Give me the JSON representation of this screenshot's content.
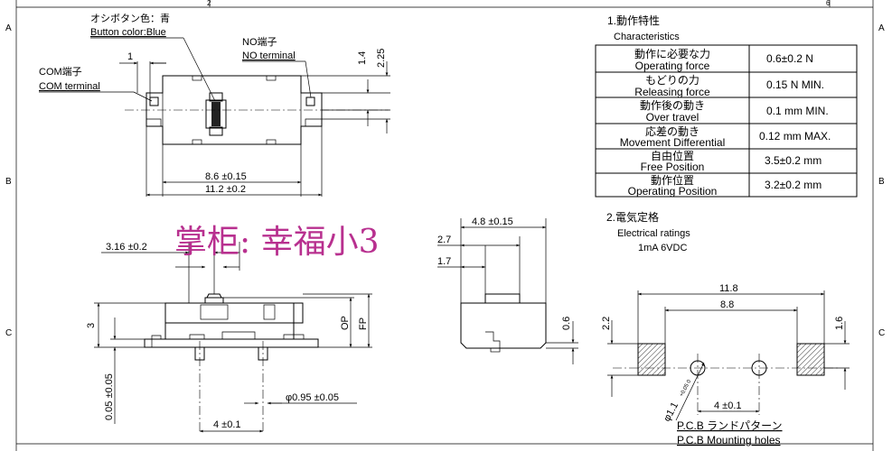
{
  "frame": {
    "row_marks": [
      "A",
      "B",
      "C"
    ],
    "col_marks": [
      "2",
      "6"
    ]
  },
  "callouts": {
    "button_color_jp": "オシボタン色：青",
    "button_color_en": "Button color:Blue",
    "no_terminal_jp": "NO端子",
    "no_terminal_en": "NO terminal",
    "com_terminal_jp": "COM端子",
    "com_terminal_en": "COM terminal"
  },
  "top_view": {
    "dim_1": "1",
    "dim_1_4": "1.4",
    "dim_2_25": "2.25",
    "dim_8_6": "8.6 ±0.15",
    "dim_11_2": "11.2 ±0.2"
  },
  "front_view": {
    "dim_3_16": "3.16 ±0.2",
    "dim_3": "3",
    "dim_0_05": "0.05 ±0.05",
    "dim_pin_dia": "φ0.95 ±0.05",
    "dim_4": "4 ±0.1",
    "label_op": "OP",
    "label_fp": "FP"
  },
  "side_view": {
    "dim_4_8": "4.8 ±0.15",
    "dim_2_7": "2.7",
    "dim_1_7": "1.7",
    "dim_0_6": "0.6"
  },
  "watermark": "掌柜:  幸福小3",
  "characteristics": {
    "title_jp": "1.動作特性",
    "title_en": "Characteristics",
    "rows": [
      {
        "jp": "動作に必要な力",
        "en": "Operating force",
        "value": "0.6±0.2 N"
      },
      {
        "jp": "もどりの力",
        "en": "Releasing force",
        "value": "0.15 N MIN."
      },
      {
        "jp": "動作後の動き",
        "en": "Over travel",
        "value": "0.1 mm MIN."
      },
      {
        "jp": "応差の動き",
        "en": "Movement Differential",
        "value": "0.12 mm MAX."
      },
      {
        "jp": "自由位置",
        "en": "Free Position",
        "value": "3.5±0.2 mm"
      },
      {
        "jp": "動作位置",
        "en": "Operating Position",
        "value": "3.2±0.2 mm"
      }
    ]
  },
  "electrical": {
    "title_jp": "2.電気定格",
    "title_en": "Electrical ratings",
    "rating": "1mA 6VDC"
  },
  "pcb": {
    "dim_11_8": "11.8",
    "dim_8_8": "8.8",
    "dim_2_2": "2.2",
    "dim_1_6": "1.6",
    "dim_hole": "φ1.1",
    "dim_hole_tol": "+0.05 0",
    "dim_4": "4 ±0.1",
    "caption_jp": "P.C.B ランドパターン",
    "caption_en": "P.C.B Mounting holes"
  }
}
